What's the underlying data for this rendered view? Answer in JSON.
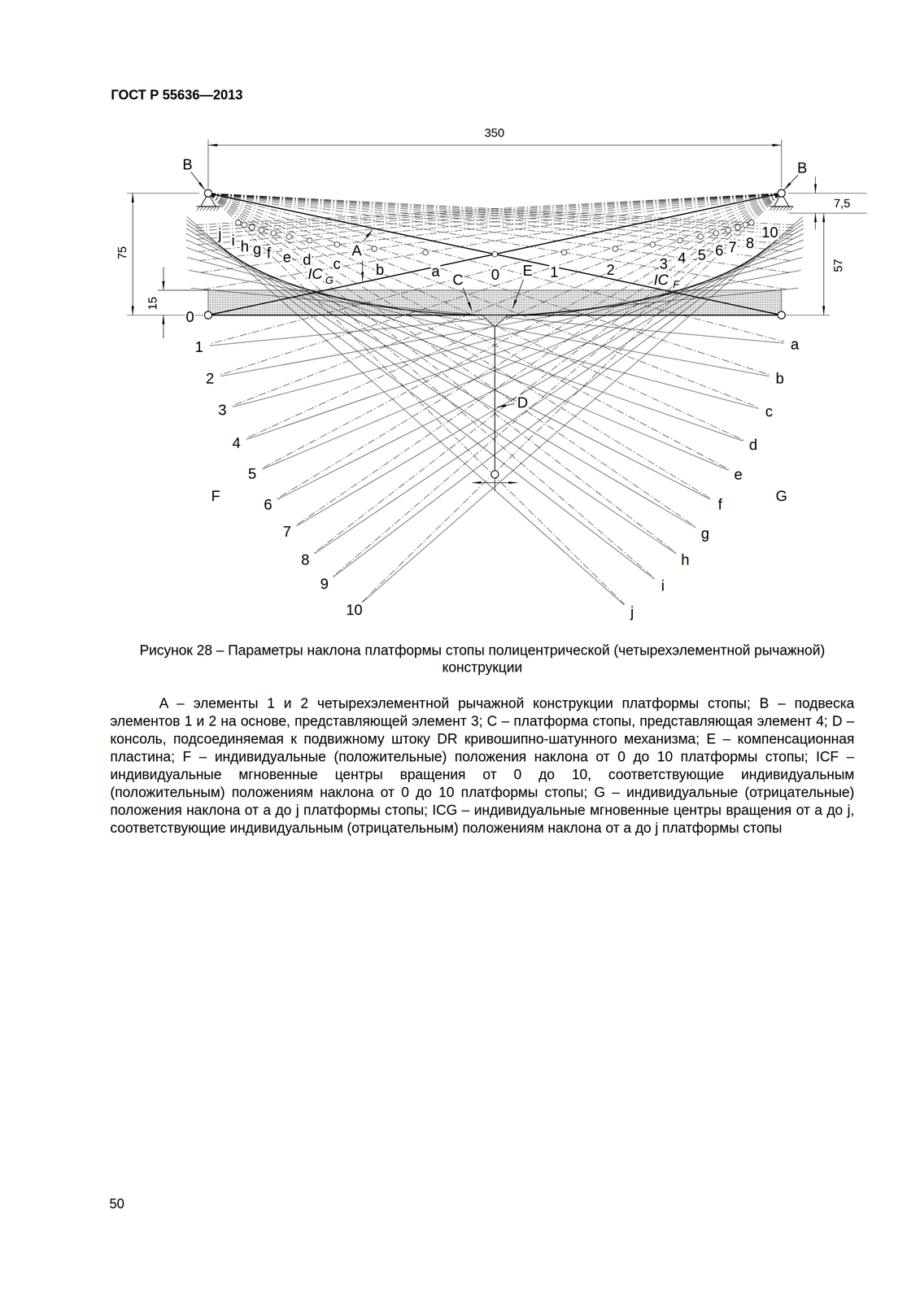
{
  "diagram": {
    "caption": "Рисунок 28 – Параметры наклона платформы стопы полицентрической (четырехэлементной рычажной) конструкции",
    "labels": [
      "ГОСТ Р 55636—2013",
      "350",
      "B",
      "B",
      "7,5",
      "75",
      "15",
      "57",
      "0",
      "j",
      "i",
      "h",
      "g",
      "f",
      "e",
      "d",
      "IC",
      "G",
      "c",
      "A",
      "b",
      "a",
      "C",
      "0",
      "E",
      "1",
      "2",
      "3",
      "4",
      "5",
      "6",
      "7",
      "8",
      "10",
      "IC",
      "F",
      "1",
      "2",
      "3",
      "4",
      "5",
      "6",
      "7",
      "8",
      "9",
      "10",
      "F",
      "a",
      "b",
      "c",
      "d",
      "e",
      "f",
      "g",
      "h",
      "i",
      "j",
      "G",
      "D",
      "A – элементы 1 и 2 четырехэлементной рычажной конструкции платформы стопы; B – подвеска элементов 1 и 2 на основе, представляющей элемент 3; C – платформа стопы, представляющая элемент 4; D – консоль, подсоединяемая к подвижному штоку DR кривошипно-шатунного механизма; E – компенсационная пластина; F – индивидуальные (положительные) положения наклона от 0 до 10 платформы стопы; ICF – индивидуальные мгновенные центры вращения от 0 до 10, соответствующие индивидуальным (положительным) положениям наклона от 0 до 10 платформы стопы; G – индивидуальные (отрицательные) положения наклона от a до j платформы стопы; ICG – индивидуальные мгновенные центры вращения от a до j, соответствующие индивидуальным (отрицательным) положениям наклона от a до j платформы стопы",
      "50"
    ]
  }
}
